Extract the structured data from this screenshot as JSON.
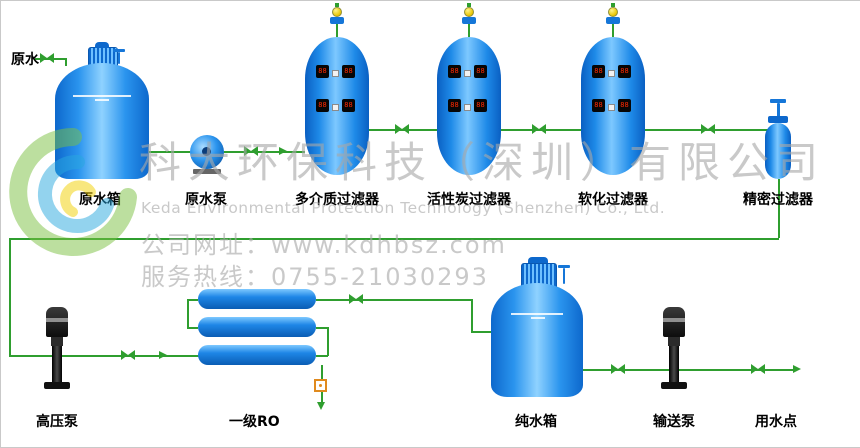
{
  "diagram": {
    "inlet_label": "原水",
    "components": {
      "raw_water_tank": "原水箱",
      "raw_water_pump": "原水泵",
      "multimedia_filter": "多介质过滤器",
      "carbon_filter": "活性炭过滤器",
      "softening_filter": "软化过滤器",
      "precision_filter": "精密过滤器",
      "high_pressure_pump": "高压泵",
      "ro_unit": "一级RO",
      "pure_water_tank": "纯水箱",
      "transfer_pump": "输送泵",
      "use_point": "用水点"
    },
    "gauge_value": "88"
  },
  "watermark": {
    "company_cn": "科大环保科技（深圳）有限公司",
    "company_en": "Keda Environmental Protection Technology (Shenzhen) Co., Ltd.",
    "website": "公司网址：www.kdhbsz.com",
    "hotline": "服务热线：0755-21030293"
  },
  "colors": {
    "vessel_blue": "#1E86E6",
    "pipe_green": "#2F9E2F",
    "pump_black": "#141414",
    "gauge_digit_red": "#FF2A00",
    "meter_orange": "#E08A1E",
    "watermark_gray": "#A8A8A8"
  }
}
